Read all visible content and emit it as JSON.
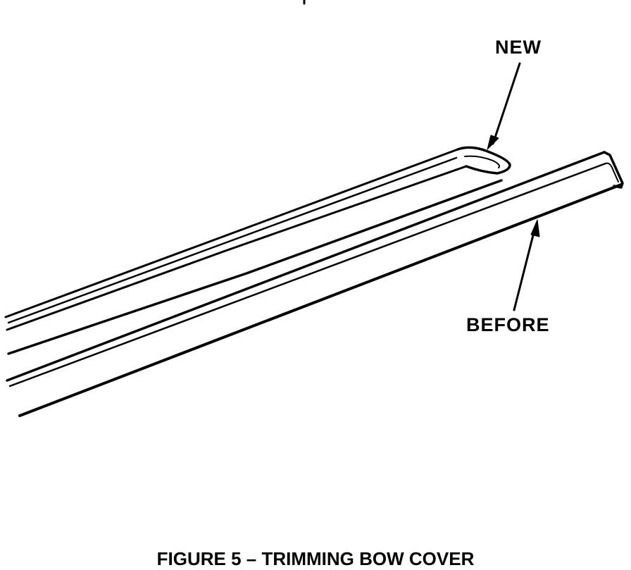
{
  "labels": {
    "new": "NEW",
    "before": "BEFORE"
  },
  "caption": "FIGURE 5 – TRIMMING BOW COVER",
  "colors": {
    "ink": "#000000",
    "paper": "#ffffff"
  }
}
